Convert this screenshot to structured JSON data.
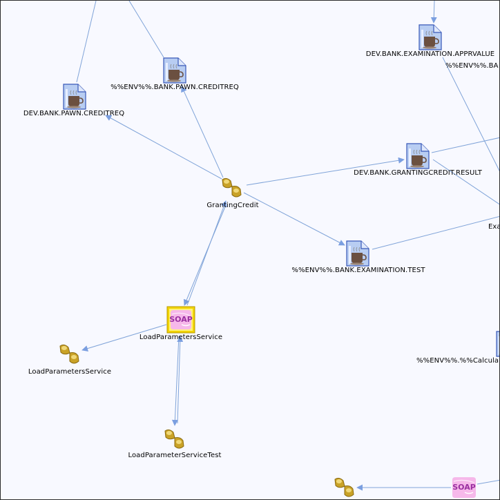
{
  "diagram": {
    "nodes": [
      {
        "id": "dev-pawn",
        "type": "document",
        "label": "DEV.BANK.PAWN.CREDITREQ"
      },
      {
        "id": "env-pawn",
        "type": "document",
        "label": "%%ENV%%.BANK.PAWN.CREDITREQ"
      },
      {
        "id": "dev-exam",
        "type": "document",
        "label": "DEV.BANK.EXAMINATION.APPRVALUE"
      },
      {
        "id": "env-ba",
        "type": "document",
        "label": "%%ENV%%.BA"
      },
      {
        "id": "dev-grant",
        "type": "document",
        "label": "DEV.BANK.GRANTINGCREDIT.RESULT"
      },
      {
        "id": "granting",
        "type": "process",
        "label": "GrantingCredit"
      },
      {
        "id": "exa",
        "type": "process",
        "label": "Exa"
      },
      {
        "id": "env-exam-test",
        "type": "document",
        "label": "%%ENV%%.BANK.EXAMINATION.TEST"
      },
      {
        "id": "load-params",
        "type": "soap",
        "label": "LoadParametersService",
        "icon_text": "SOAP"
      },
      {
        "id": "load-params-svc",
        "type": "process",
        "label": "LoadParametersService"
      },
      {
        "id": "env-calc",
        "type": "document",
        "label": "%%ENV%%.%%Calcula"
      },
      {
        "id": "load-param-test",
        "type": "process",
        "label": "LoadParameterServiceTest"
      },
      {
        "id": "bottom-proc",
        "type": "process",
        "label": ""
      },
      {
        "id": "bottom-soap",
        "type": "soap",
        "label": "",
        "icon_text": "SOAP"
      }
    ],
    "edges": [
      {
        "from": "granting",
        "to": "dev-pawn"
      },
      {
        "from": "granting",
        "to": "env-pawn"
      },
      {
        "from": "granting",
        "to": "dev-grant"
      },
      {
        "from": "granting",
        "to": "env-exam-test"
      },
      {
        "from": "granting",
        "to": "load-params"
      },
      {
        "from": "load-params",
        "to": "granting"
      },
      {
        "from": "load-params",
        "to": "load-params-svc"
      },
      {
        "from": "load-params",
        "to": "load-param-test"
      },
      {
        "from": "load-param-test",
        "to": "load-params"
      },
      {
        "from": "bottom-soap",
        "to": "bottom-proc"
      }
    ],
    "colors": {
      "edge": "#7fa3d8",
      "arrow": "#7b9fe0",
      "background": "#f8f9ff",
      "border": "#2b2b2b"
    }
  }
}
